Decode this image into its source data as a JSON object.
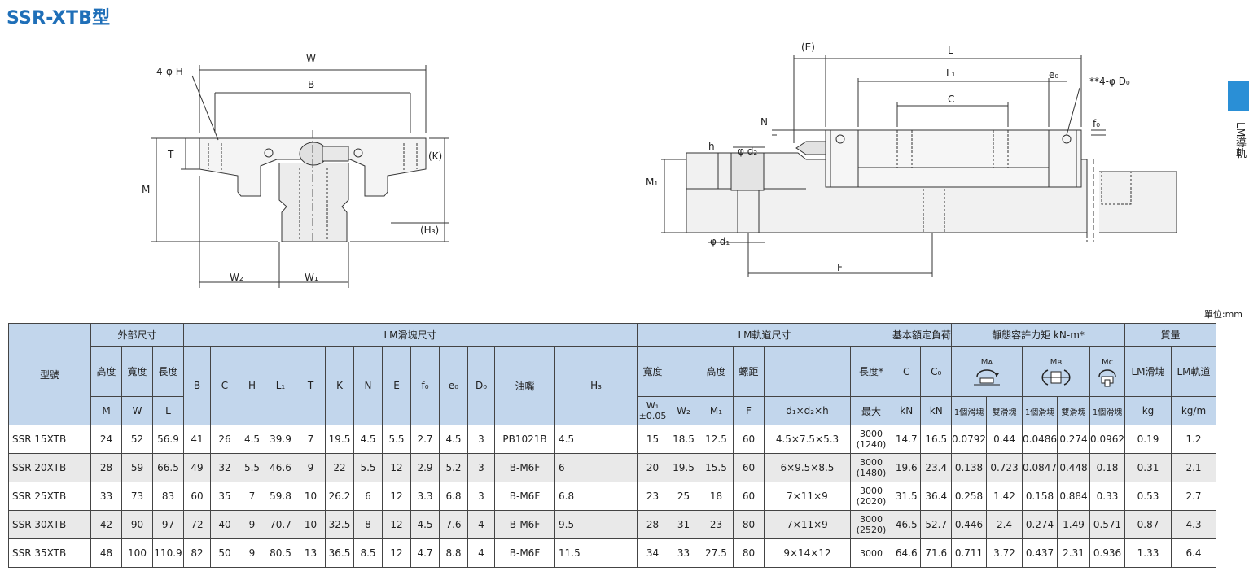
{
  "title": "SSR-XTB型",
  "side_label": "LM導軌",
  "unit": "單位:mm",
  "drawing_labels": {
    "W": "W",
    "B": "B",
    "hole": "4-φ H",
    "T": "T",
    "M": "M",
    "K": "(K)",
    "H3": "(H₃)",
    "W2": "W₂",
    "W1": "W₁",
    "E": "(E)",
    "L": "L",
    "L1": "L₁",
    "e0": "e₀",
    "D0": "**4-φ D₀",
    "C": "C",
    "N": "N",
    "f0": "f₀",
    "d2": "φ d₂",
    "h": "h",
    "M1": "M₁",
    "d1": "φ d₁",
    "F": "F"
  },
  "table": {
    "groups": {
      "model": "型號",
      "outer": "外部尺寸",
      "block": "LM滑塊尺寸",
      "rail": "LM軌道尺寸",
      "load": "基本額定負荷",
      "moment": "靜態容許力矩 kN-m*",
      "mass": "質量"
    },
    "sub": {
      "height": "高度",
      "width": "寬度",
      "length": "長度",
      "grease": "油嘴",
      "rail_width": "寬度",
      "rail_height": "高度",
      "pitch": "螺距",
      "length_star": "長度*",
      "C": "C",
      "C0": "C₀",
      "MA": "Mᴀ",
      "MB": "Mʙ",
      "MC": "Mᴄ",
      "block_mass": "LM滑塊",
      "rail_mass": "LM軌道"
    },
    "symbols": {
      "M": "M",
      "W": "W",
      "L": "L",
      "B": "B",
      "C": "C",
      "H": "H",
      "L1": "L₁",
      "T": "T",
      "K": "K",
      "N": "N",
      "E": "E",
      "f0": "f₀",
      "e0": "e₀",
      "D0": "D₀",
      "H3": "H₃",
      "W1a": "W₁",
      "W1b": "±0.05",
      "W2": "W₂",
      "M1": "M₁",
      "F": "F",
      "dxh": "d₁×d₂×h",
      "max": "最大",
      "kN1": "kN",
      "kN2": "kN",
      "one1": "1個滑塊",
      "two1": "雙滑塊",
      "one2": "1個滑塊",
      "two2": "雙滑塊",
      "one3": "1個滑塊",
      "kg": "kg",
      "kgm": "kg/m"
    },
    "rows": [
      {
        "model": "SSR 15XTB",
        "M": "24",
        "W": "52",
        "L": "56.9",
        "B": "41",
        "C": "26",
        "H": "4.5",
        "L1": "39.9",
        "T": "7",
        "K": "19.5",
        "N": "4.5",
        "E": "5.5",
        "f0": "2.7",
        "e0": "4.5",
        "D0": "3",
        "grease": "PB1021B",
        "H3": "4.5",
        "W1": "15",
        "W2": "18.5",
        "M1": "12.5",
        "F": "60",
        "dxh": "4.5×7.5×5.3",
        "lmax": "3000",
        "lmax2": "(1240)",
        "Cd": "14.7",
        "C0": "16.5",
        "MA1": "0.0792",
        "MA2": "0.44",
        "MB1": "0.0486",
        "MB2": "0.274",
        "MC1": "0.0962",
        "mblock": "0.19",
        "mrail": "1.2"
      },
      {
        "model": "SSR 20XTB",
        "M": "28",
        "W": "59",
        "L": "66.5",
        "B": "49",
        "C": "32",
        "H": "5.5",
        "L1": "46.6",
        "T": "9",
        "K": "22",
        "N": "5.5",
        "E": "12",
        "f0": "2.9",
        "e0": "5.2",
        "D0": "3",
        "grease": "B-M6F",
        "H3": "6",
        "W1": "20",
        "W2": "19.5",
        "M1": "15.5",
        "F": "60",
        "dxh": "6×9.5×8.5",
        "lmax": "3000",
        "lmax2": "(1480)",
        "Cd": "19.6",
        "C0": "23.4",
        "MA1": "0.138",
        "MA2": "0.723",
        "MB1": "0.0847",
        "MB2": "0.448",
        "MC1": "0.18",
        "mblock": "0.31",
        "mrail": "2.1"
      },
      {
        "model": "SSR 25XTB",
        "M": "33",
        "W": "73",
        "L": "83",
        "B": "60",
        "C": "35",
        "H": "7",
        "L1": "59.8",
        "T": "10",
        "K": "26.2",
        "N": "6",
        "E": "12",
        "f0": "3.3",
        "e0": "6.8",
        "D0": "3",
        "grease": "B-M6F",
        "H3": "6.8",
        "W1": "23",
        "W2": "25",
        "M1": "18",
        "F": "60",
        "dxh": "7×11×9",
        "lmax": "3000",
        "lmax2": "(2020)",
        "Cd": "31.5",
        "C0": "36.4",
        "MA1": "0.258",
        "MA2": "1.42",
        "MB1": "0.158",
        "MB2": "0.884",
        "MC1": "0.33",
        "mblock": "0.53",
        "mrail": "2.7"
      },
      {
        "model": "SSR 30XTB",
        "M": "42",
        "W": "90",
        "L": "97",
        "B": "72",
        "C": "40",
        "H": "9",
        "L1": "70.7",
        "T": "10",
        "K": "32.5",
        "N": "8",
        "E": "12",
        "f0": "4.5",
        "e0": "7.6",
        "D0": "4",
        "grease": "B-M6F",
        "H3": "9.5",
        "W1": "28",
        "W2": "31",
        "M1": "23",
        "F": "80",
        "dxh": "7×11×9",
        "lmax": "3000",
        "lmax2": "(2520)",
        "Cd": "46.5",
        "C0": "52.7",
        "MA1": "0.446",
        "MA2": "2.4",
        "MB1": "0.274",
        "MB2": "1.49",
        "MC1": "0.571",
        "mblock": "0.87",
        "mrail": "4.3"
      },
      {
        "model": "SSR 35XTB",
        "M": "48",
        "W": "100",
        "L": "110.9",
        "B": "82",
        "C": "50",
        "H": "9",
        "L1": "80.5",
        "T": "13",
        "K": "36.5",
        "N": "8.5",
        "E": "12",
        "f0": "4.7",
        "e0": "8.8",
        "D0": "4",
        "grease": "B-M6F",
        "H3": "11.5",
        "W1": "34",
        "W2": "33",
        "M1": "27.5",
        "F": "80",
        "dxh": "9×14×12",
        "lmax": "3000",
        "lmax2": "",
        "Cd": "64.6",
        "C0": "71.6",
        "MA1": "0.711",
        "MA2": "3.72",
        "MB1": "0.437",
        "MB2": "2.31",
        "MC1": "0.936",
        "mblock": "1.33",
        "mrail": "6.4"
      }
    ]
  }
}
